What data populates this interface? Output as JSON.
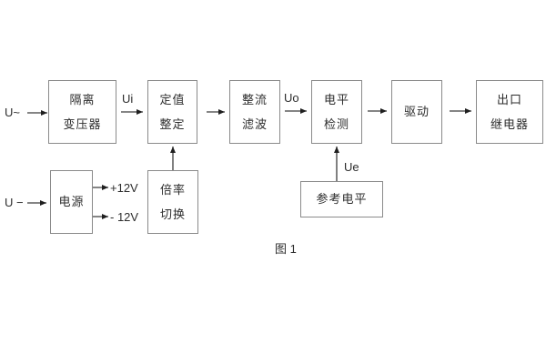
{
  "figure": {
    "caption": "图 1",
    "inputs": {
      "ac": "U~",
      "dc": "U −"
    },
    "signals": {
      "ui": "Ui",
      "uo": "Uo",
      "ue": "Ue",
      "plus12v": "+12V",
      "minus12v": "- 12V"
    },
    "boxes": {
      "isolation_transformer": {
        "line1": "隔离",
        "line2": "变压器"
      },
      "setpoint_adjustment": {
        "line1": "定值",
        "line2": "整定"
      },
      "rectifier_filter": {
        "line1": "整流",
        "line2": "滤波"
      },
      "level_detection": {
        "line1": "电平",
        "line2": "检测"
      },
      "drive": {
        "line1": "驱动"
      },
      "output_relay": {
        "line1": "出口",
        "line2": "继电器"
      },
      "power_supply": {
        "line1": "电源"
      },
      "ratio_switch": {
        "line1": "倍率",
        "line2": "切换"
      },
      "reference_level": {
        "line1": "参考电平"
      }
    },
    "colors": {
      "background": "#ffffff",
      "box_border": "#8a8a8a",
      "line": "#3c3c3c",
      "text": "#2d2d2d"
    }
  }
}
